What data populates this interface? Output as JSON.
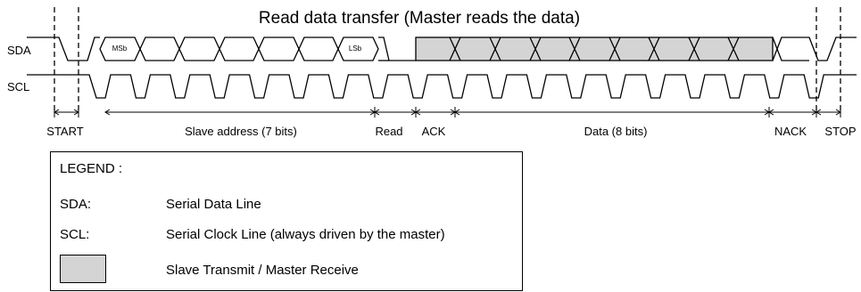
{
  "title": "Read data transfer (Master reads the data)",
  "signals": {
    "sda": "SDA",
    "scl": "SCL"
  },
  "bits": {
    "msb": "MSb",
    "lsb": "LSb"
  },
  "phases": {
    "start": "START",
    "address": "Slave address (7 bits)",
    "read": "Read",
    "ack": "ACK",
    "data": "Data (8 bits)",
    "nack": "NACK",
    "stop": "STOP"
  },
  "legend": {
    "heading": "LEGEND :",
    "items": [
      {
        "key": "SDA:",
        "text": "Serial Data Line"
      },
      {
        "key": "SCL:",
        "text": "Serial Clock Line (always driven by the master)"
      },
      {
        "key": "",
        "text": "Slave Transmit / Master Receive"
      }
    ]
  },
  "colors": {
    "shade": "#d4d4d4",
    "line": "#000000"
  }
}
